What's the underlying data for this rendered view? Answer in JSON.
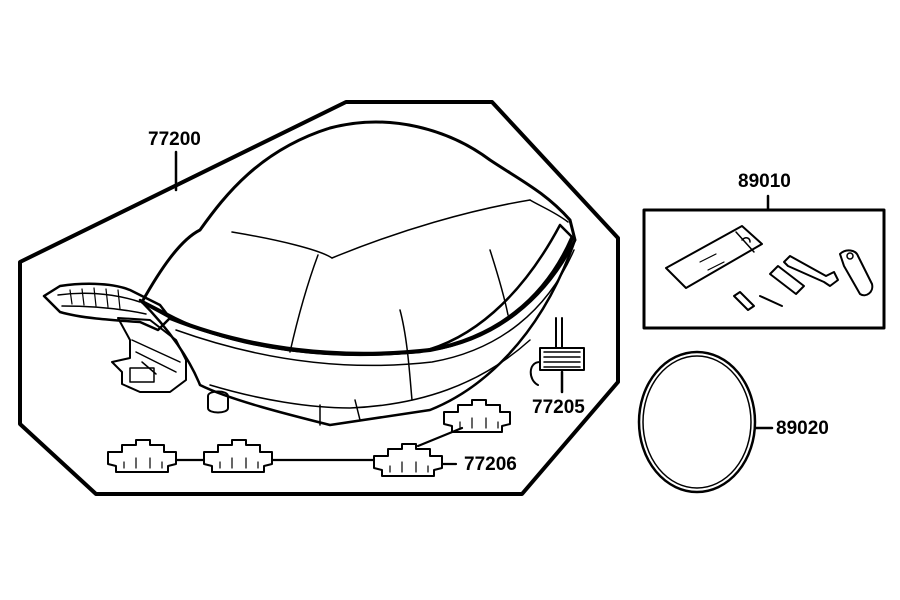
{
  "parts": {
    "seat": "77200",
    "spring": "77205",
    "clips": "77206",
    "tool_kit": "89010",
    "band": "89020"
  }
}
